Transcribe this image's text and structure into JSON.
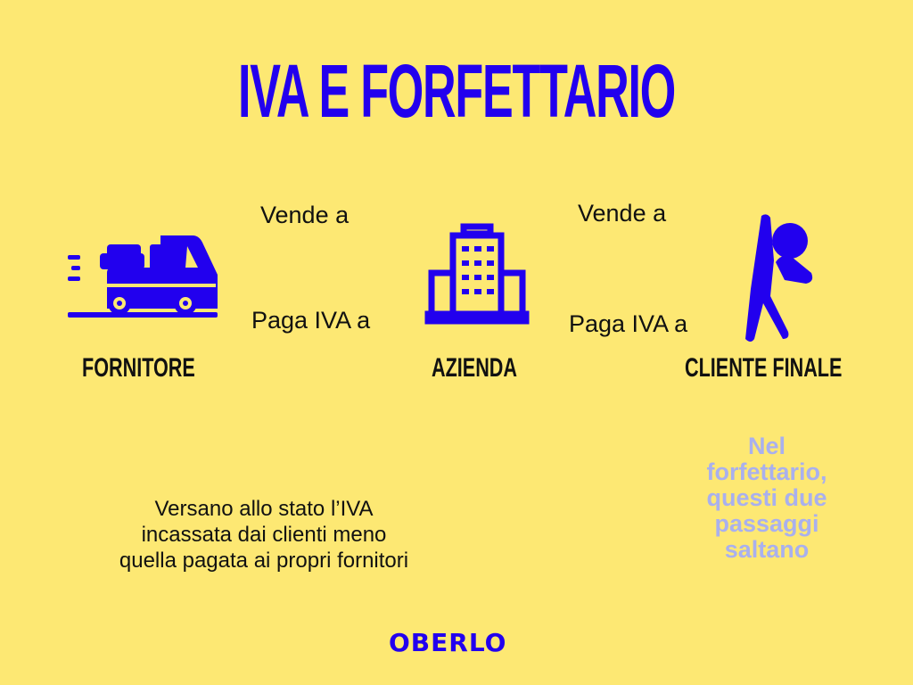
{
  "header": {
    "title": "IVA E FORFETTARIO"
  },
  "diagram": {
    "nodes": [
      {
        "id": "fornitore",
        "label": "FORNITORE",
        "icon": "truck-icon"
      },
      {
        "id": "azienda",
        "label": "AZIENDA",
        "icon": "building-icon"
      },
      {
        "id": "cliente",
        "label": "CLIENTE FINALE",
        "icon": "person-icon"
      }
    ],
    "edges": {
      "left_sell": "Vende a",
      "left_pay": "Paga IVA a",
      "right_sell": "Vende a",
      "right_pay": "Paga IVA a"
    },
    "note": "Versano allo stato l’IVA incassata dai clienti meno quella pagata ai propri fornitori",
    "forfettario_note": "Nel forfettario, questi due passaggi saltano"
  },
  "footer": {
    "logo": "OBERLO"
  },
  "colors": {
    "background": "#fde873",
    "brand_blue": "#2200ee",
    "light_blue": "#a9b0ee",
    "ink": "#111111"
  }
}
